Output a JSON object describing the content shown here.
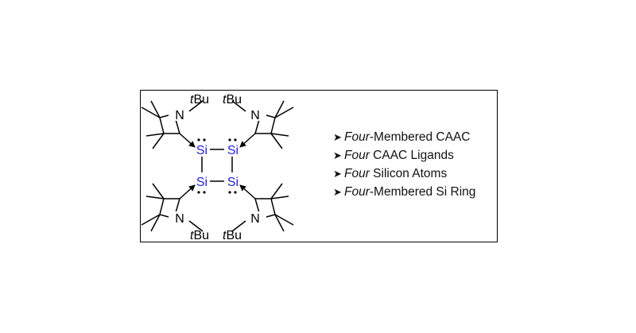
{
  "figure": {
    "colors": {
      "silicon": "#2323d6",
      "bond": "#000000",
      "frame": "#000000"
    },
    "atoms": {
      "silicon": "Si",
      "nitrogen": "N",
      "tbu_prefix": "t",
      "tbu_suffix": "Bu"
    },
    "bullet_icon": "arrowhead-bullet-icon",
    "bullets": [
      {
        "emphasis": "Four",
        "rest": "-Membered CAAC"
      },
      {
        "emphasis": "Four",
        "rest": " CAAC Ligands"
      },
      {
        "emphasis": "Four",
        "rest": " Silicon Atoms"
      },
      {
        "emphasis": "Four",
        "rest": "-Membered Si Ring"
      }
    ]
  }
}
